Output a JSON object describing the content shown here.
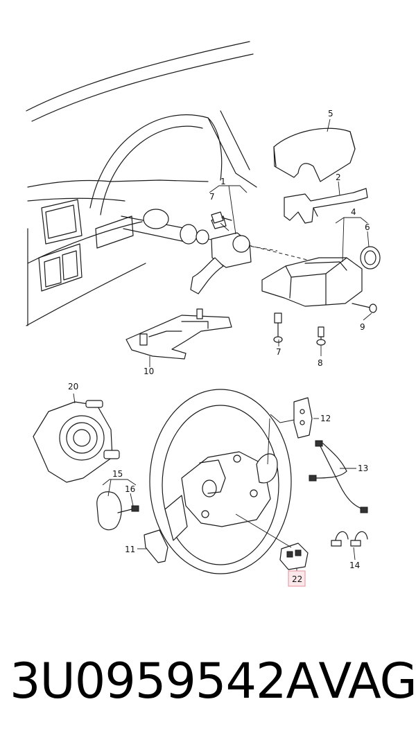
{
  "diagram": {
    "callouts": [
      {
        "id": "c1",
        "label": "1"
      },
      {
        "id": "c2",
        "label": "2"
      },
      {
        "id": "c4",
        "label": "4"
      },
      {
        "id": "c5",
        "label": "5"
      },
      {
        "id": "c6",
        "label": "6"
      },
      {
        "id": "c7a",
        "label": "7"
      },
      {
        "id": "c7b",
        "label": "7"
      },
      {
        "id": "c8",
        "label": "8"
      },
      {
        "id": "c9",
        "label": "9"
      },
      {
        "id": "c10",
        "label": "10"
      },
      {
        "id": "c11",
        "label": "11"
      },
      {
        "id": "c12",
        "label": "12"
      },
      {
        "id": "c13",
        "label": "13"
      },
      {
        "id": "c14",
        "label": "14"
      },
      {
        "id": "c15",
        "label": "15"
      },
      {
        "id": "c16",
        "label": "16"
      },
      {
        "id": "c20",
        "label": "20"
      },
      {
        "id": "c22",
        "label": "22"
      }
    ],
    "highlighted_callout": "22",
    "highlight_color": "#e8a0a8"
  },
  "caption": {
    "part_number": "3U0959542A",
    "brand": "VAG"
  }
}
